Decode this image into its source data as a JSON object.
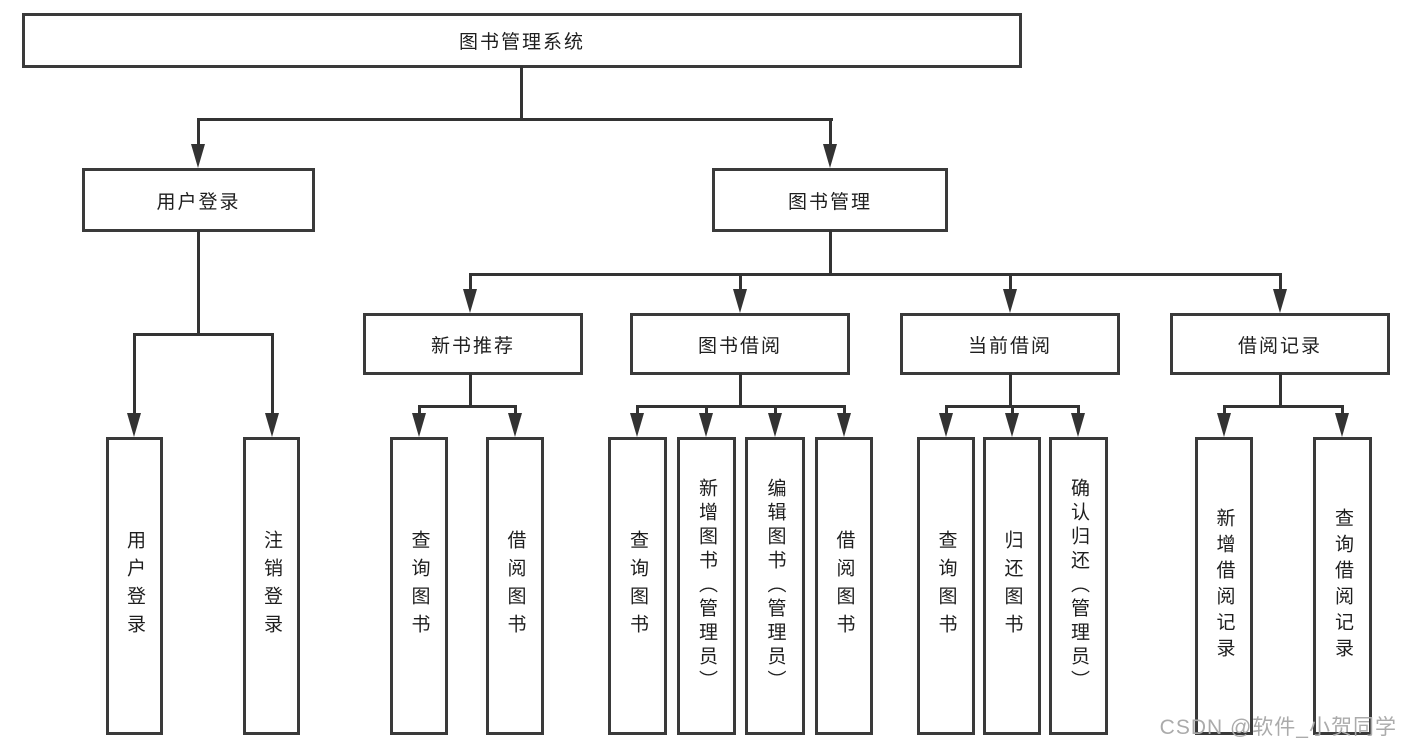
{
  "diagram": {
    "title": "图书管理系统",
    "watermark": "CSDN @软件_小贺同学",
    "colors": {
      "line": "#333333",
      "box_border": "#3a3a3a",
      "text": "#1e1e1e",
      "watermark": "#ababab",
      "background": "#ffffff"
    },
    "nodes": {
      "root": "图书管理系统",
      "user_login": "用户登录",
      "book_mgmt": "图书管理",
      "new_book_rec": "新书推荐",
      "book_borrow": "图书借阅",
      "current_borrow": "当前借阅",
      "borrow_records": "借阅记录",
      "ul_user_login": "用户登录",
      "ul_logout": "注销登录",
      "nb_query_book": "查询图书",
      "nb_borrow_book": "借阅图书",
      "bb_query_book": "查询图书",
      "bb_add_book": "新增图书（管理员）",
      "bb_edit_book": "编辑图书（管理员）",
      "bb_borrow_book": "借阅图书",
      "cb_query_book": "查询图书",
      "cb_return_book": "归还图书",
      "cb_confirm_return": "确认归还（管理员）",
      "br_add_record": "新增借阅记录",
      "br_query_record": "查询借阅记录"
    },
    "edges": [
      "root->user_login",
      "root->book_mgmt",
      "user_login->ul_user_login",
      "user_login->ul_logout",
      "book_mgmt->new_book_rec",
      "book_mgmt->book_borrow",
      "book_mgmt->current_borrow",
      "book_mgmt->borrow_records",
      "new_book_rec->nb_query_book",
      "new_book_rec->nb_borrow_book",
      "book_borrow->bb_query_book",
      "book_borrow->bb_add_book",
      "book_borrow->bb_edit_book",
      "book_borrow->bb_borrow_book",
      "current_borrow->cb_query_book",
      "current_borrow->cb_return_book",
      "current_borrow->cb_confirm_return",
      "borrow_records->br_add_record",
      "borrow_records->br_query_record"
    ]
  }
}
